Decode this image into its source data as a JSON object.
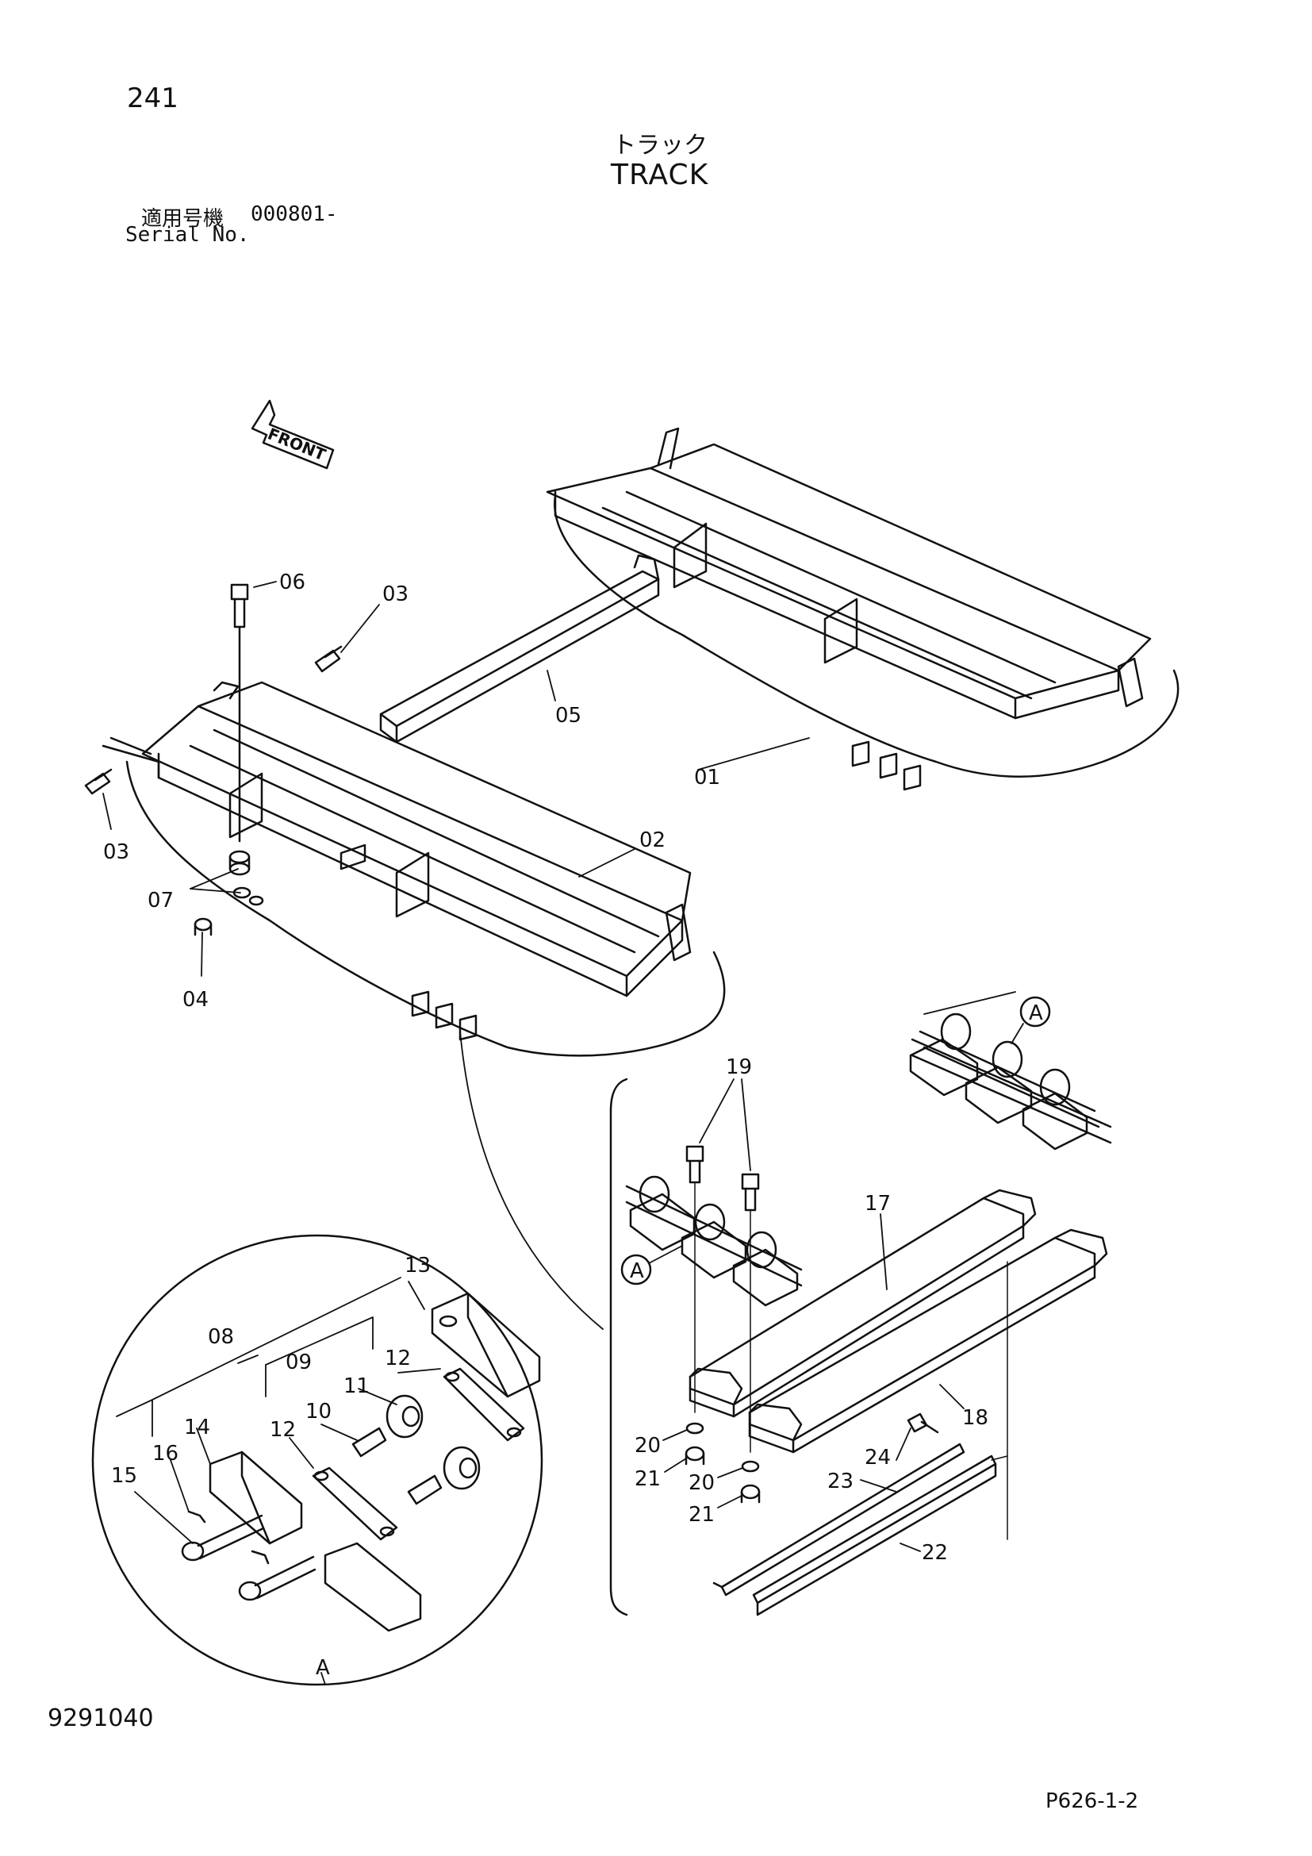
{
  "header": {
    "page_number": "241",
    "title_jp": "トラック",
    "title_en": "TRACK",
    "serial_label_jp": "適用号機",
    "serial_value": "000801-",
    "serial_label_en": "Serial No."
  },
  "footer": {
    "drawing_number": "9291040",
    "page_code": "P626-1-2"
  },
  "diagram": {
    "front_label": "FRONT",
    "detail_marker": "A",
    "callouts": [
      "01",
      "02",
      "03",
      "03",
      "04",
      "05",
      "06",
      "07",
      "08",
      "09",
      "10",
      "11",
      "12",
      "12",
      "13",
      "14",
      "15",
      "16",
      "17",
      "18",
      "19",
      "20",
      "20",
      "21",
      "21",
      "22",
      "23",
      "24",
      "A",
      "A",
      "A"
    ]
  }
}
